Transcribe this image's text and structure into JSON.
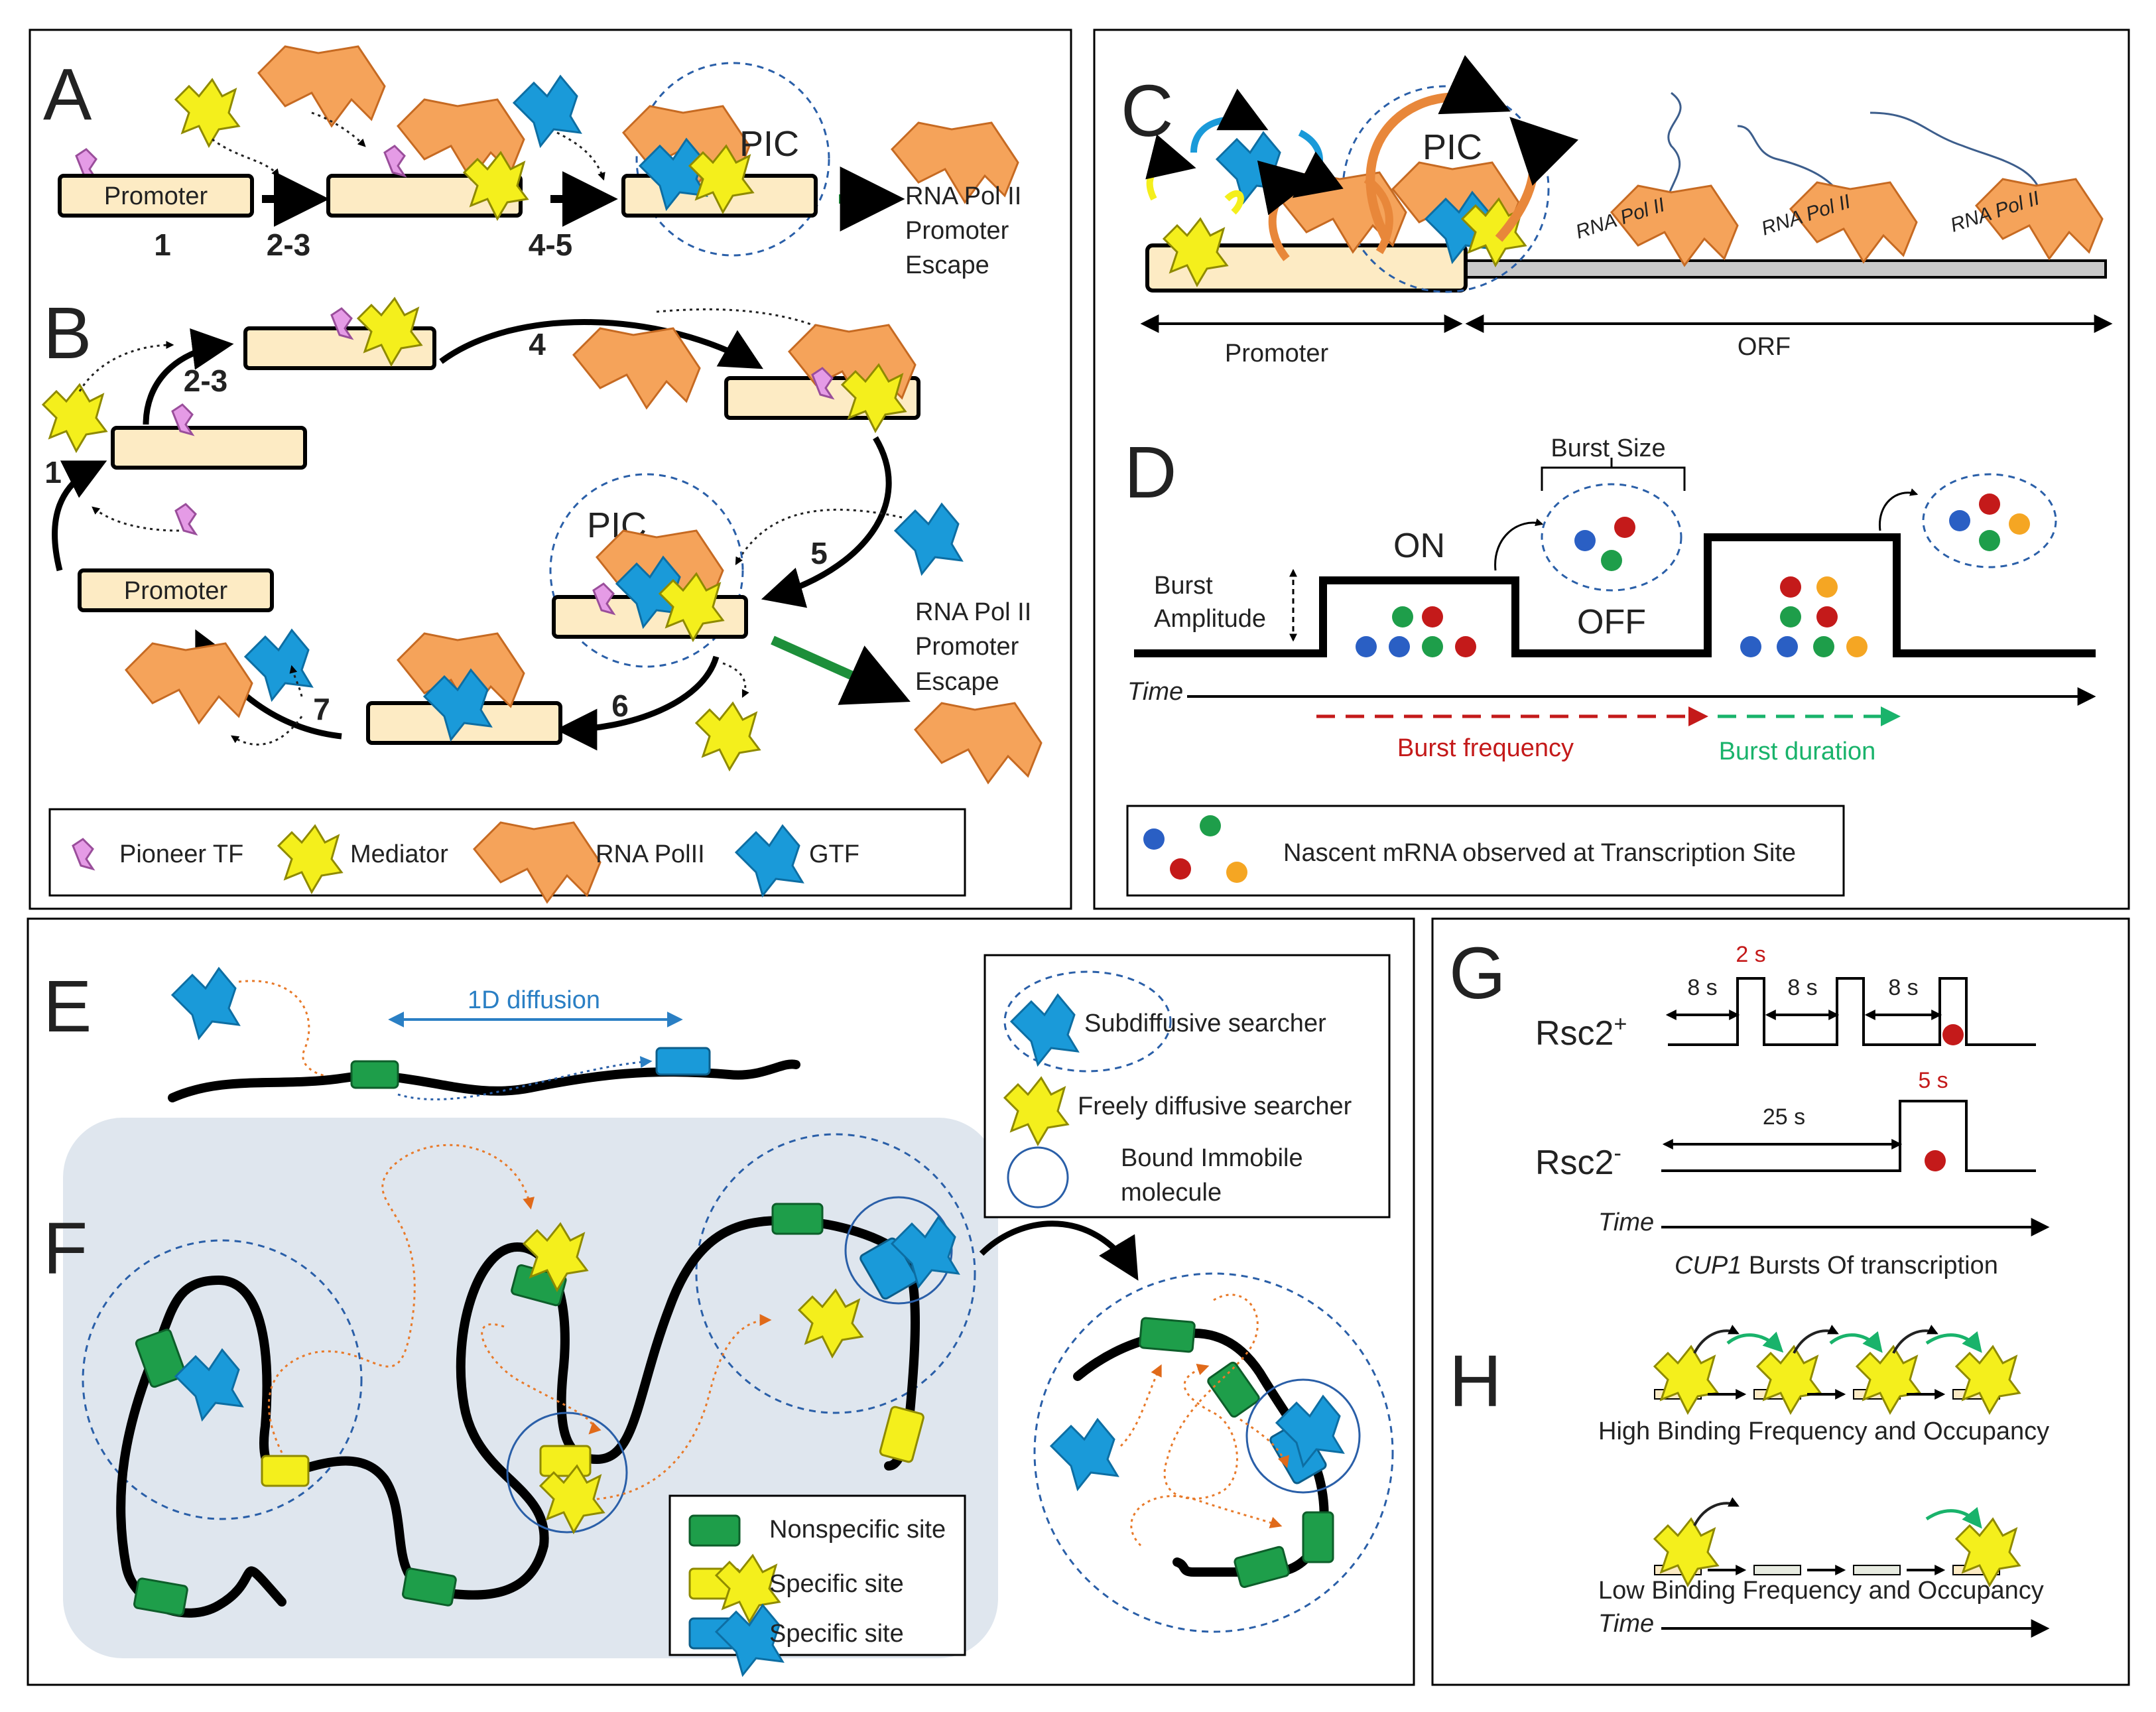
{
  "panels": {
    "A": {
      "letter": "A",
      "promoter": "Promoter",
      "steps": [
        "1",
        "2-3",
        "4-5"
      ],
      "pic": "PIC",
      "escape": [
        "RNA Pol II",
        "Promoter",
        "Escape"
      ]
    },
    "B": {
      "letter": "B",
      "promoter": "Promoter",
      "steps": [
        "1",
        "2-3",
        "4",
        "5",
        "6",
        "7"
      ],
      "pic": "PIC",
      "escape": [
        "RNA Pol II",
        "Promoter",
        "Escape"
      ]
    },
    "legend_AB": {
      "items": [
        "Pioneer TF",
        "Mediator",
        "RNA PolII",
        "GTF"
      ]
    },
    "C": {
      "letter": "C",
      "pic": "PIC",
      "pol_label": "RNA Pol II",
      "promoter": "Promoter",
      "orf": "ORF"
    },
    "D": {
      "letter": "D",
      "burst_size": "Burst  Size",
      "burst_amplitude": [
        "Burst",
        "Amplitude"
      ],
      "on": "ON",
      "off": "OFF",
      "time": "Time",
      "burst_frequency": "Burst frequency",
      "burst_duration": "Burst duration",
      "legend": "Nascent mRNA observed at Transcription Site"
    },
    "E": {
      "letter": "E",
      "diffusion": "1D diffusion"
    },
    "F": {
      "letter": "F"
    },
    "legend_EF": {
      "subdiffusive": "Subdiffusive searcher",
      "freely": "Freely diffusive searcher",
      "bound": [
        "Bound Immobile",
        "molecule"
      ]
    },
    "legend_sites": {
      "nonspecific": "Nonspecific site",
      "specific1": "Specific site",
      "specific2": "Specific site"
    },
    "G": {
      "letter": "G",
      "rsc_plus": "Rsc2",
      "rsc_plus_sup": "+",
      "rsc_minus": "Rsc2",
      "rsc_minus_sup": "-",
      "intervals_plus": [
        "8 s",
        "8 s",
        "8 s"
      ],
      "on_plus": "2 s",
      "interval_minus": "25 s",
      "on_minus": "5 s",
      "time": "Time",
      "caption_gene": "CUP1",
      "caption_rest": " Bursts Of transcription"
    },
    "H": {
      "letter": "H",
      "high": "High Binding Frequency  and Occupancy",
      "low": "Low Binding Frequency  and Occupancy",
      "time": "Time"
    }
  },
  "colors": {
    "pol": "#f5a35a",
    "gtf": "#1a9ad9",
    "mediator": "#f4ef1c",
    "pioneer": "#e59be6",
    "promoter_fill": "#fdebc4",
    "nonspecific": "#1e9e4a",
    "specific_yellow": "#f4ef1c",
    "specific_blue": "#1a9ad9",
    "nucleus": "#dfe6ee",
    "freq_red": "#c41a1a",
    "dur_green": "#19b36b"
  }
}
